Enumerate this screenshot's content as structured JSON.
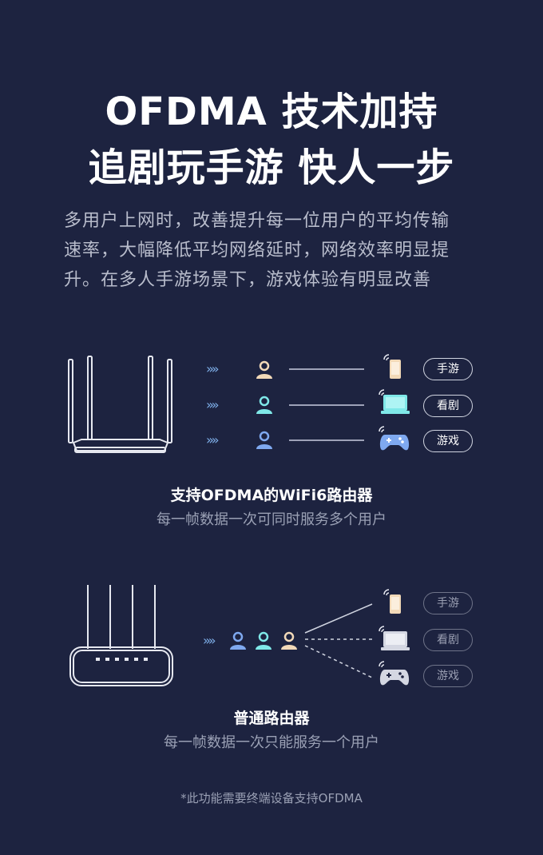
{
  "heading": {
    "line1": "OFDMA 技术加持",
    "line2": "追剧玩手游 快人一步"
  },
  "description": {
    "line1": "多用户上网时，改善提升每一位用户的平均传输",
    "line2": "速率，大幅降低平均网络延时，网络效率明显提",
    "line3": "升。在多人手游场景下，游戏体验有明显改善"
  },
  "ofdma_section": {
    "users": [
      {
        "icon": "user-icon",
        "color": "#f2d9b8",
        "device_icon": "phone-icon",
        "label": "手游"
      },
      {
        "icon": "user-icon",
        "color": "#7fe8e8",
        "device_icon": "laptop-icon",
        "label": "看剧"
      },
      {
        "icon": "user-icon",
        "color": "#7fa9f0",
        "device_icon": "gamepad-icon",
        "label": "游戏"
      }
    ],
    "chevrons": "»»",
    "caption": "支持OFDMA的WiFi6路由器",
    "subcaption": "每一帧数据一次可同时服务多个用户"
  },
  "normal_section": {
    "devices": [
      {
        "device_icon": "phone-icon",
        "label": "手游"
      },
      {
        "device_icon": "laptop-icon",
        "label": "看剧"
      },
      {
        "device_icon": "gamepad-icon",
        "label": "游戏"
      }
    ],
    "chevrons": "»»",
    "caption": "普通路由器",
    "subcaption": "每一帧数据一次只能服务一个用户"
  },
  "footnote": "*此功能需要终端设备支持OFDMA",
  "colors": {
    "background": "#1d2340",
    "accent_blue": "#7fa9f0",
    "accent_cyan": "#7fe8e8",
    "accent_peach": "#f2d9b8"
  }
}
